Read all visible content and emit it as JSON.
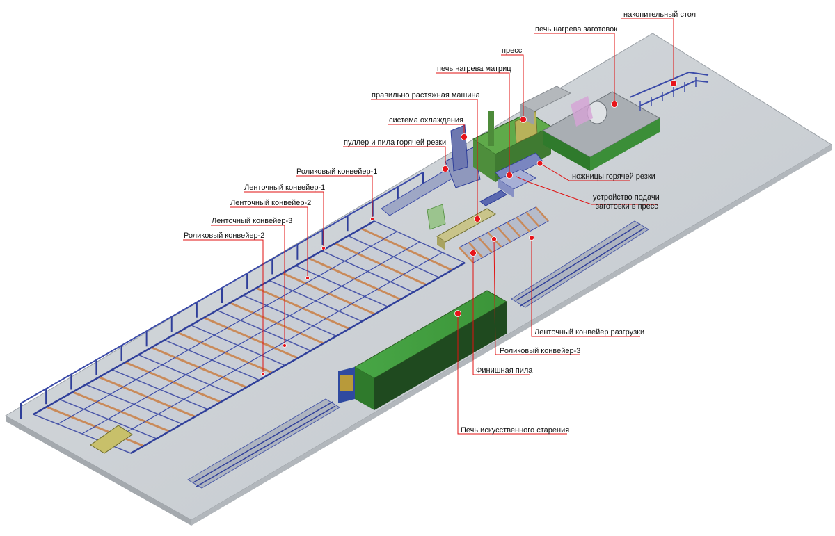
{
  "diagram": {
    "labels": {
      "accumulating_table": "накопительный стол",
      "billet_furnace": "печь нагрева заготовок",
      "press": "пресс",
      "die_furnace": "печь нагрева матриц",
      "stretcher": "правильно растяжная машина",
      "cooling_system": "система охлаждения",
      "puller_hot_saw": "пуллер и пила горячей резки",
      "roller_conveyor_1": "Роликовый конвейер-1",
      "belt_conveyor_1": "Ленточный конвейер-1",
      "belt_conveyor_2": "Ленточный конвейер-2",
      "belt_conveyor_3": "Ленточный конвейер-3",
      "roller_conveyor_2": "Роликовый конвейер-2",
      "hot_shear": "ножницы горячей резки",
      "billet_feeder_line1": "устройство подачи",
      "billet_feeder_line2": "заготовки в пресс",
      "unloading_belt_conveyor": "Ленточный конвейер разгрузки",
      "roller_conveyor_3": "Роликовый конвейер-3",
      "finishing_saw": "Финишная пила",
      "aging_furnace": "Печь искусственного старения"
    }
  }
}
